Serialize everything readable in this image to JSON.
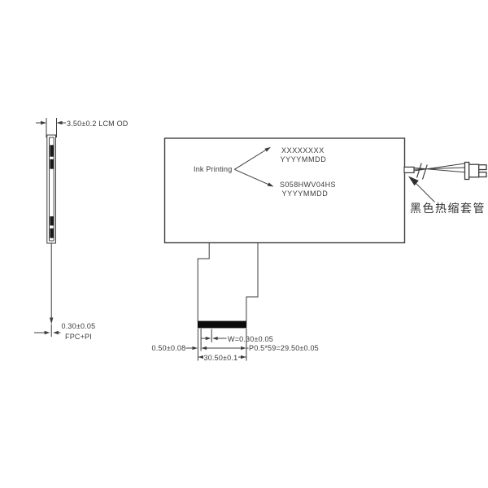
{
  "drawing": {
    "type": "LCM mechanical outline drawing",
    "colors": {
      "line": "#3c3c3c",
      "text": "#3a3a3a",
      "stiffener_bar": "#0c0c0c",
      "background": "#ffffff"
    }
  },
  "side_view": {
    "dim_width_label": "3.50±0.2 LCM OD",
    "dim_fpc_thickness_value": "0.30±0.05",
    "dim_fpc_thickness_label": "FPC+PI"
  },
  "back_view": {
    "ink_printing_label": "Ink Printing",
    "marking_generic": {
      "line1": "XXXXXXXX",
      "line2": "YYYYMMDD"
    },
    "marking_model": {
      "line1": "S058HWV04HS",
      "line2": "YYYYMMDD"
    }
  },
  "cable": {
    "sleeve_label": "黑色热缩套管"
  },
  "fpc_tail": {
    "dim_finger_width": "W=0.30±0.05",
    "dim_edge_margin": "0.50±0.08",
    "dim_pitch": "P0.5*59=29.50±0.05",
    "dim_total_width": "30.50±0.1"
  }
}
